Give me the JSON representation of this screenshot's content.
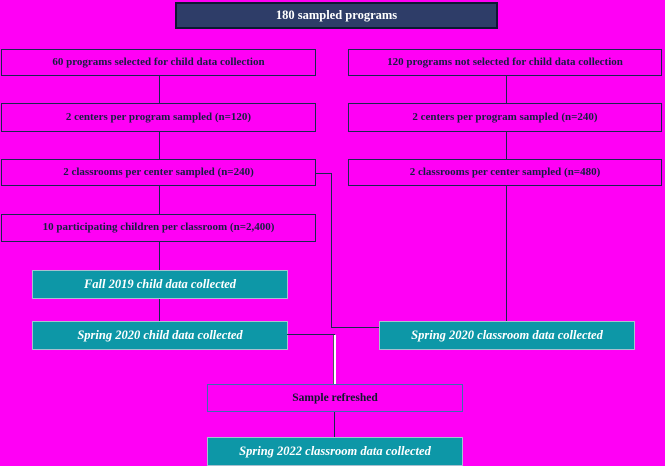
{
  "colors": {
    "background": "#FF00F5",
    "root_fill": "#2E3D68",
    "outcome_fill": "#0D97A7",
    "box_border": "#1C2750",
    "sample_refreshed_border": "#3E6CB0",
    "dark_text": "#151F40",
    "light_text": "#FFFFFF"
  },
  "flowchart": {
    "root": "180 sampled programs",
    "left_branch": {
      "steps": [
        "60 programs selected for child data collection",
        "2 centers per program sampled (n=120)",
        "2 classrooms per center sampled (n=240)",
        "10 participating children per classroom (n=2,400)"
      ],
      "outcomes": [
        "Fall 2019 child data collected",
        "Spring 2020 child data collected"
      ]
    },
    "right_branch": {
      "steps": [
        "120 programs not selected for child data collection",
        "2 centers per program sampled (n=240)",
        "2 classrooms per center sampled (n=480)"
      ],
      "outcomes": [
        "Spring 2020 classroom data collected"
      ]
    },
    "merge": {
      "refresh": "Sample refreshed",
      "final_outcome": "Spring 2022 classroom data collected"
    }
  }
}
